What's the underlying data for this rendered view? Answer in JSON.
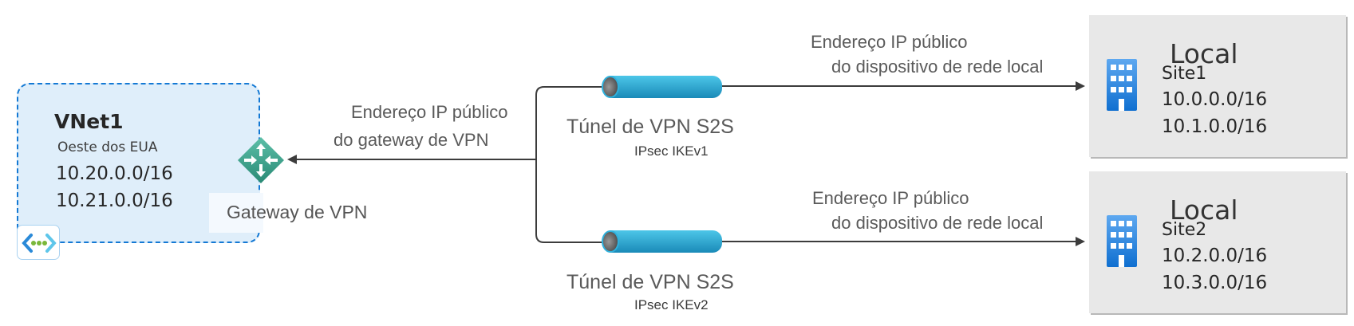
{
  "vnet": {
    "name": "VNet1",
    "region": "Oeste dos EUA",
    "address_spaces": [
      "10.20.0.0/16",
      "10.21.0.0/16"
    ],
    "icon": "virtual-network-icon",
    "border_color": "#1479d4",
    "fill_color": "#dfeefa"
  },
  "gateway": {
    "label": "Gateway de VPN",
    "icon": "vpn-gateway-icon",
    "public_ip_label_line1": "Endereço IP público",
    "public_ip_label_line2": "do gateway de VPN",
    "icon_color": "#3aa08b"
  },
  "tunnels": [
    {
      "label": "Túnel de VPN S2S",
      "protocol": "IPsec IKEv1",
      "icon": "tunnel-icon"
    },
    {
      "label": "Túnel de VPN S2S",
      "protocol": "IPsec IKEv2",
      "icon": "tunnel-icon"
    }
  ],
  "connections": [
    {
      "label_line1": "Endereço IP público",
      "label_line2": "do dispositivo de rede local"
    },
    {
      "label_line1": "Endereço IP público",
      "label_line2": "do dispositivo de rede local"
    }
  ],
  "sites": [
    {
      "title": "Local",
      "name": "Site1",
      "address_spaces": [
        "10.0.0.0/16",
        "10.1.0.0/16"
      ],
      "icon": "building-icon"
    },
    {
      "title": "Local",
      "name": "Site2",
      "address_spaces": [
        "10.2.0.0/16",
        "10.3.0.0/16"
      ],
      "icon": "building-icon"
    }
  ],
  "colors": {
    "tunnel": "#2fb1dc",
    "line": "#3c3c3c",
    "site_fill": "#e8e8e8",
    "building": "#1a82e0"
  }
}
